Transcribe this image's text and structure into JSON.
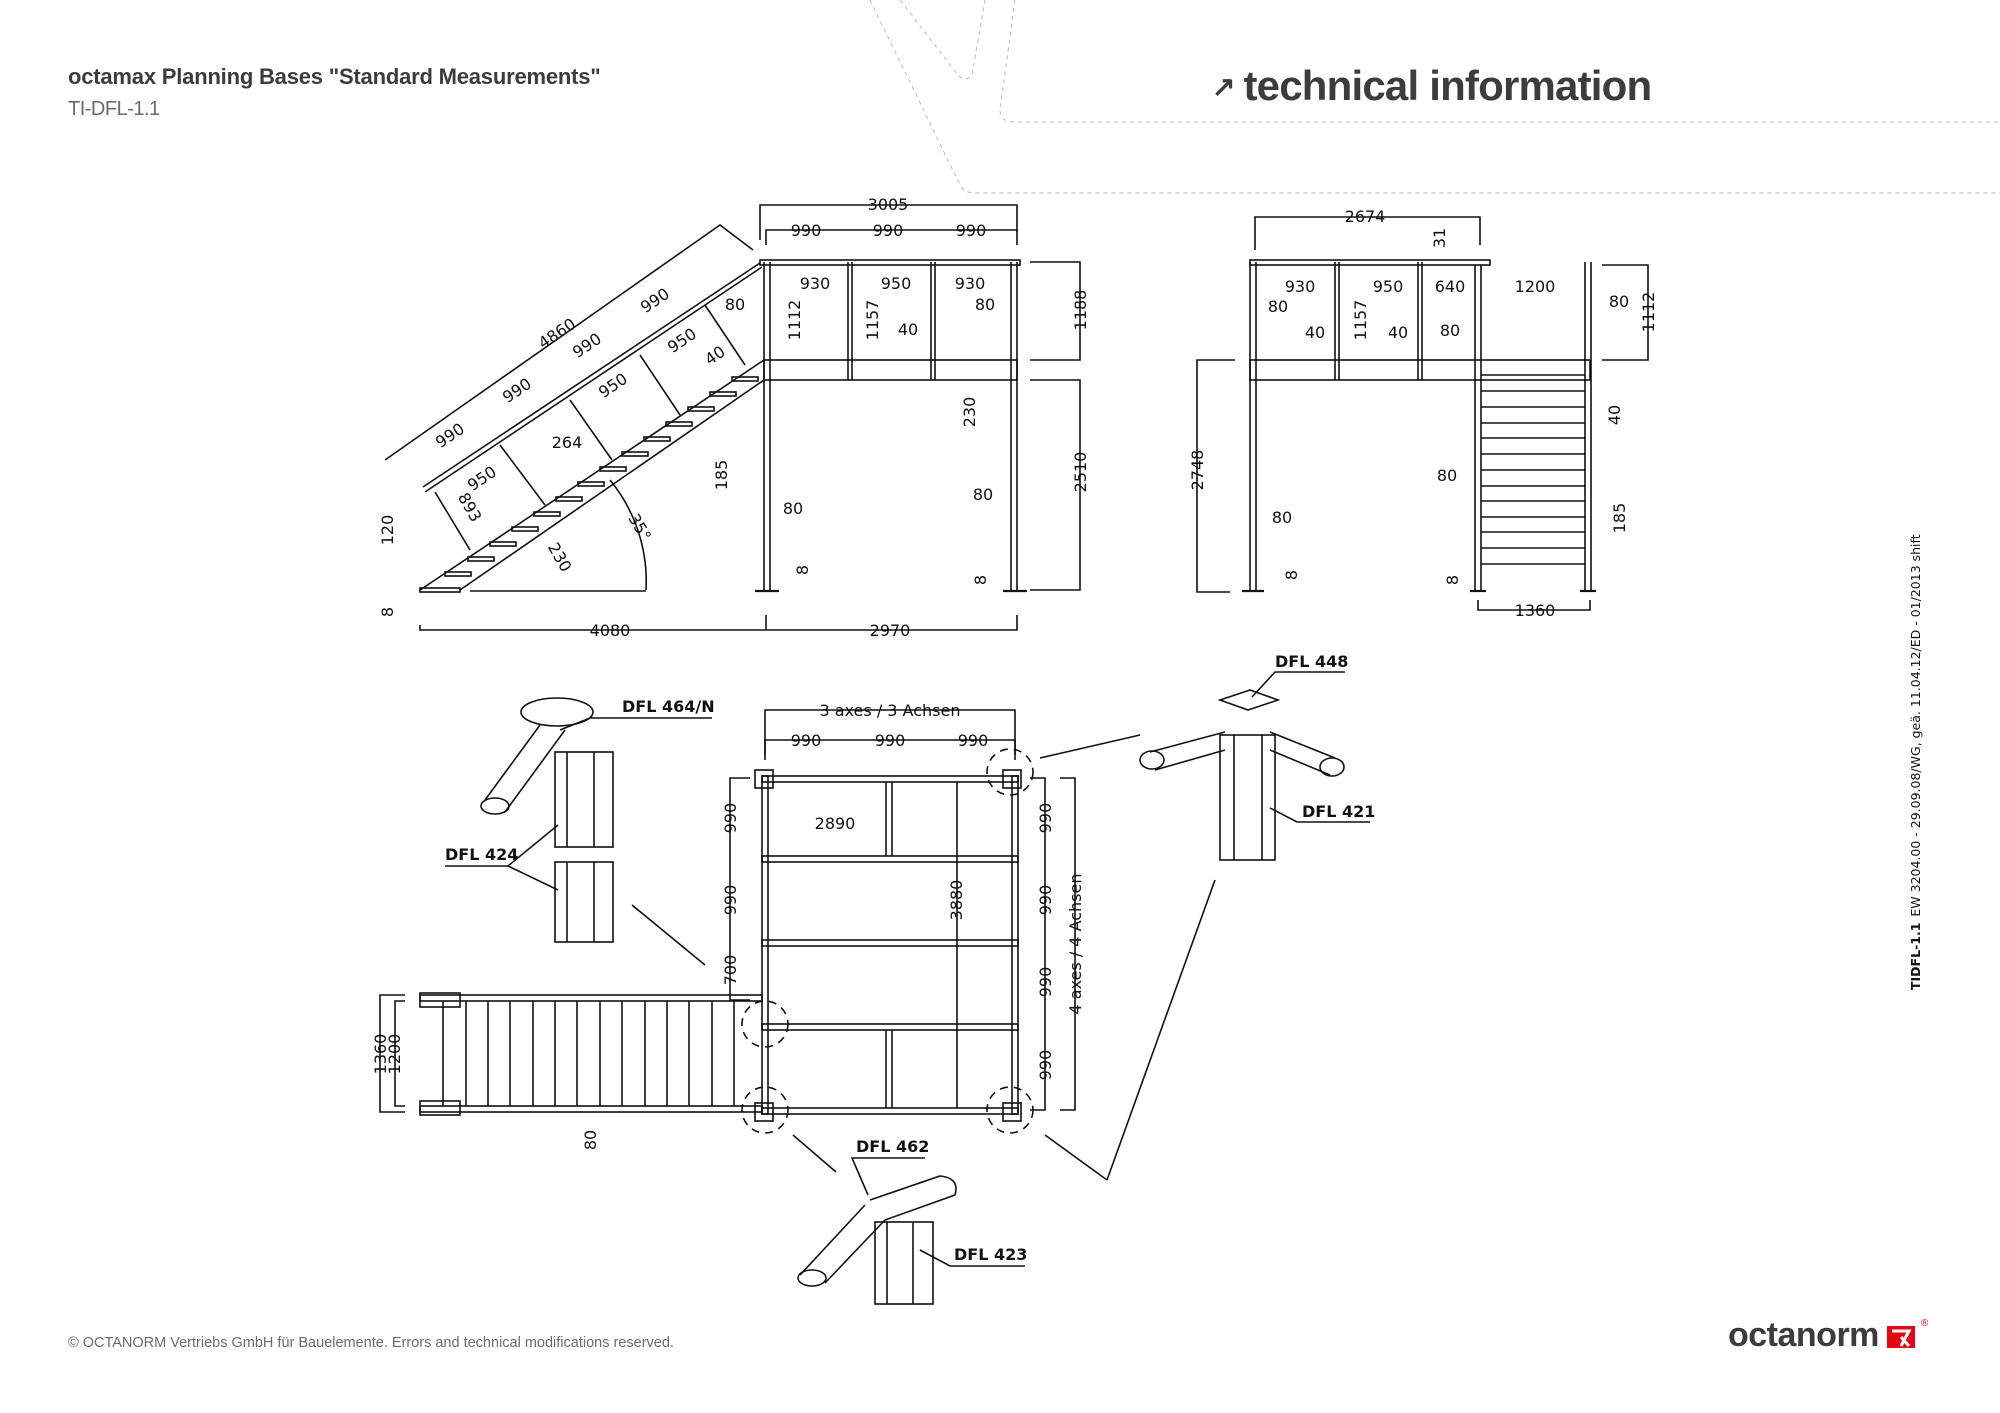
{
  "header": {
    "title": "octamax Planning Bases \"Standard Measurements\"",
    "code": "TI-DFL-1.1",
    "section_label": "technical information",
    "section_icon": "arrow-up-right-icon"
  },
  "side_note": {
    "doc_id": "TIDFL-1.1",
    "revision": "EW 3204.00 - 29.09.08/WG, geä. 11.04.12/ED - 01/2013 shift"
  },
  "footer": {
    "copyright": "© OCTANORM Vertriebs GmbH für Bauelemente. Errors and technical modifications reserved.",
    "logo_text": "octanorm",
    "logo_mark": "®",
    "brand_color": "#e30613",
    "text_color": "#3c3c3b"
  },
  "side_view": {
    "overall_width": "3005",
    "bays": [
      "990",
      "990",
      "990"
    ],
    "panels": [
      "930",
      "950",
      "930"
    ],
    "stair_length": "4860",
    "stair_bays": [
      "990",
      "990",
      "990",
      "990"
    ],
    "stair_panels": [
      "950",
      "950",
      "950"
    ],
    "railing_height": "1112",
    "post_height": "1157",
    "total_rail_height": "1188",
    "platform_height": "2510",
    "beam_depth": "230",
    "post_width": [
      "80",
      "80",
      "80",
      "80"
    ],
    "rail_offset": "40",
    "stair_rail_offset": "40",
    "stair_post_80": "80",
    "step_depth": "264",
    "step_rise": "185",
    "stair_handrail_height": "893",
    "stair_stringer": "230",
    "angle": "35°",
    "handrail_end": "120",
    "base_plate": [
      "8",
      "8",
      "8"
    ],
    "stair_run": "4080",
    "post_spacing": "2970"
  },
  "front_view": {
    "overall_width": "2674",
    "top_offset": "31",
    "panels": [
      "930",
      "950",
      "640"
    ],
    "stair_opening": "1200",
    "post_width": [
      "80",
      "80",
      "80",
      "80"
    ],
    "rail_offsets": [
      "40",
      "40"
    ],
    "post_height": "1157",
    "railing_height": "1112",
    "platform_height": "2748",
    "step_offset": "40",
    "step_rise": "185",
    "base_plate": [
      "8",
      "8"
    ],
    "stair_width": "1360"
  },
  "plan_view": {
    "axes_x_label": "3 axes / 3 Achsen",
    "axes_y_label": "4 axes / 4 Achsen",
    "bays_x": [
      "990",
      "990",
      "990"
    ],
    "bays_y_left": [
      "990",
      "990",
      "700"
    ],
    "bays_y_right": [
      "990",
      "990",
      "990",
      "990"
    ],
    "inner_width": "2890",
    "inner_depth": "3880",
    "stair_outer_width": "1360",
    "stair_inner_width": "1200",
    "stair_post": "80"
  },
  "callouts": [
    {
      "code": "DFL 464/N",
      "icon": "rail-post-connector-icon"
    },
    {
      "code": "DFL 424",
      "icon": "post-extension-icon"
    },
    {
      "code": "DFL 448",
      "icon": "cover-plate-icon"
    },
    {
      "code": "DFL 421",
      "icon": "corner-post-icon"
    },
    {
      "code": "DFL 462",
      "icon": "rail-post-connector-icon"
    },
    {
      "code": "DFL 423",
      "icon": "post-icon"
    }
  ]
}
